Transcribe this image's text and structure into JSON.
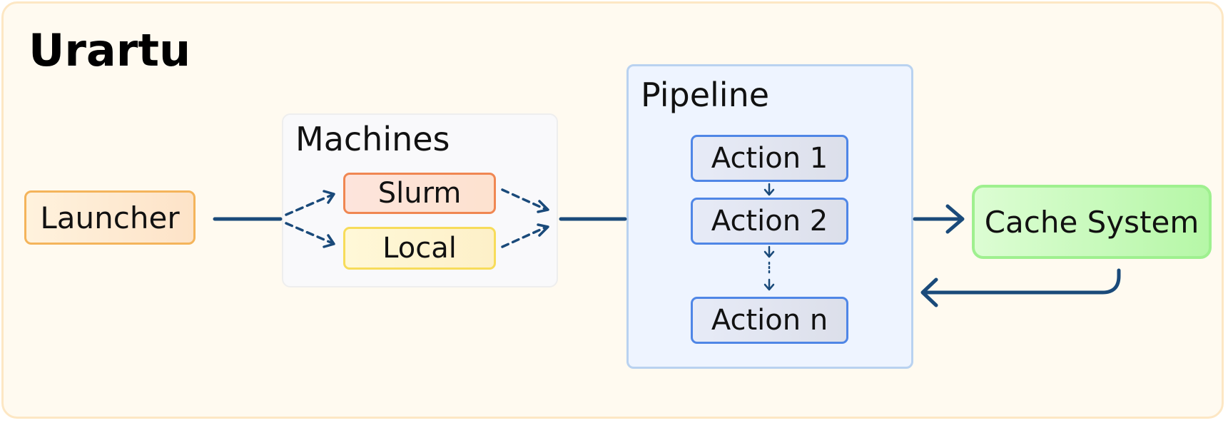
{
  "title": "Urartu",
  "launcher": {
    "label": "Launcher"
  },
  "machines": {
    "label": "Machines",
    "items": [
      {
        "label": "Slurm"
      },
      {
        "label": "Local"
      }
    ]
  },
  "pipeline": {
    "label": "Pipeline",
    "actions": [
      {
        "label": "Action 1"
      },
      {
        "label": "Action 2"
      },
      {
        "label": "Action n"
      }
    ]
  },
  "cache": {
    "label": "Cache System"
  },
  "colors": {
    "connector": "#1a4a7a",
    "launcher_border": "#f4b45b",
    "slurm_border": "#f08752",
    "local_border": "#f7dc5a",
    "action_border": "#4f86e6",
    "cache_border": "#9ff08f",
    "frame_border": "#fde7c4"
  }
}
